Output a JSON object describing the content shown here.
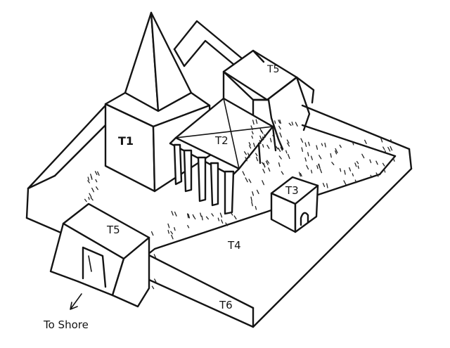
{
  "labels": {
    "t1": "T1",
    "t2": "T2",
    "t3": "T3",
    "t4": "T4",
    "t5_back": "T5",
    "t5_front": "T5",
    "t6": "T6"
  },
  "direction": {
    "caption": "To Shore"
  }
}
